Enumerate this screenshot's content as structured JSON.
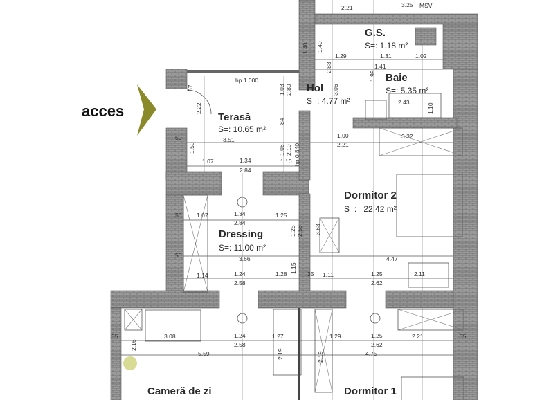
{
  "entrance": {
    "label": "acces",
    "arrow_color": "#8a8a2a",
    "icon": "chevron-right-icon"
  },
  "rooms": [
    {
      "name": "Terasă",
      "area": "S=: 10.65 m²"
    },
    {
      "name": "Hol",
      "area": "S=: 4.77 m²"
    },
    {
      "name": "Baie",
      "area": "S=: 5.35 m²"
    },
    {
      "name": "G.S.",
      "area": "S=: 1.18 m²"
    },
    {
      "name": "Dormitor 2",
      "area": "S=:   22.42 m²"
    },
    {
      "name": "Dressing",
      "area": "S=: 11.00 m²"
    },
    {
      "name": "Cameră de zi",
      "area": ""
    },
    {
      "name": "Dormitor 1",
      "area": ""
    }
  ],
  "annotations": [
    "hp 1.000",
    "MSV",
    "hp 0.840"
  ],
  "dimensions": [
    "3.51",
    "1.50",
    "1.07",
    "1.34",
    "2.84",
    "1.10",
    "1.03",
    "2.80",
    "84",
    "1.06",
    "2.10",
    "1.00",
    "2.21",
    "3.32",
    "2.83",
    "3.06",
    "1.41",
    "1.99",
    "2.43",
    "1.10",
    "1.40",
    "1.29",
    "1.31",
    "1.02",
    "2.21",
    "3.25",
    "1.07",
    "1.34",
    "2.84",
    "1.25",
    "1.25",
    "2.58",
    "3.66",
    "1.15",
    "1.14",
    "1.24",
    "2.58",
    "1.28",
    "1.11",
    "1.25",
    "2.62",
    "2.11",
    "4.47",
    "3.63",
    "3.08",
    "1.24",
    "2.58",
    "1.27",
    "2.19",
    "1.29",
    "1.25",
    "2.62",
    "2.21",
    "5.59",
    "4.75",
    "2.19",
    "2.16",
    "35",
    "35",
    "50",
    "50",
    "50",
    "35",
    "57",
    "2.22",
    "1.40"
  ],
  "colors": {
    "wall": "#8c8c8c",
    "line": "#444444",
    "accent": "#8a8a2a"
  }
}
